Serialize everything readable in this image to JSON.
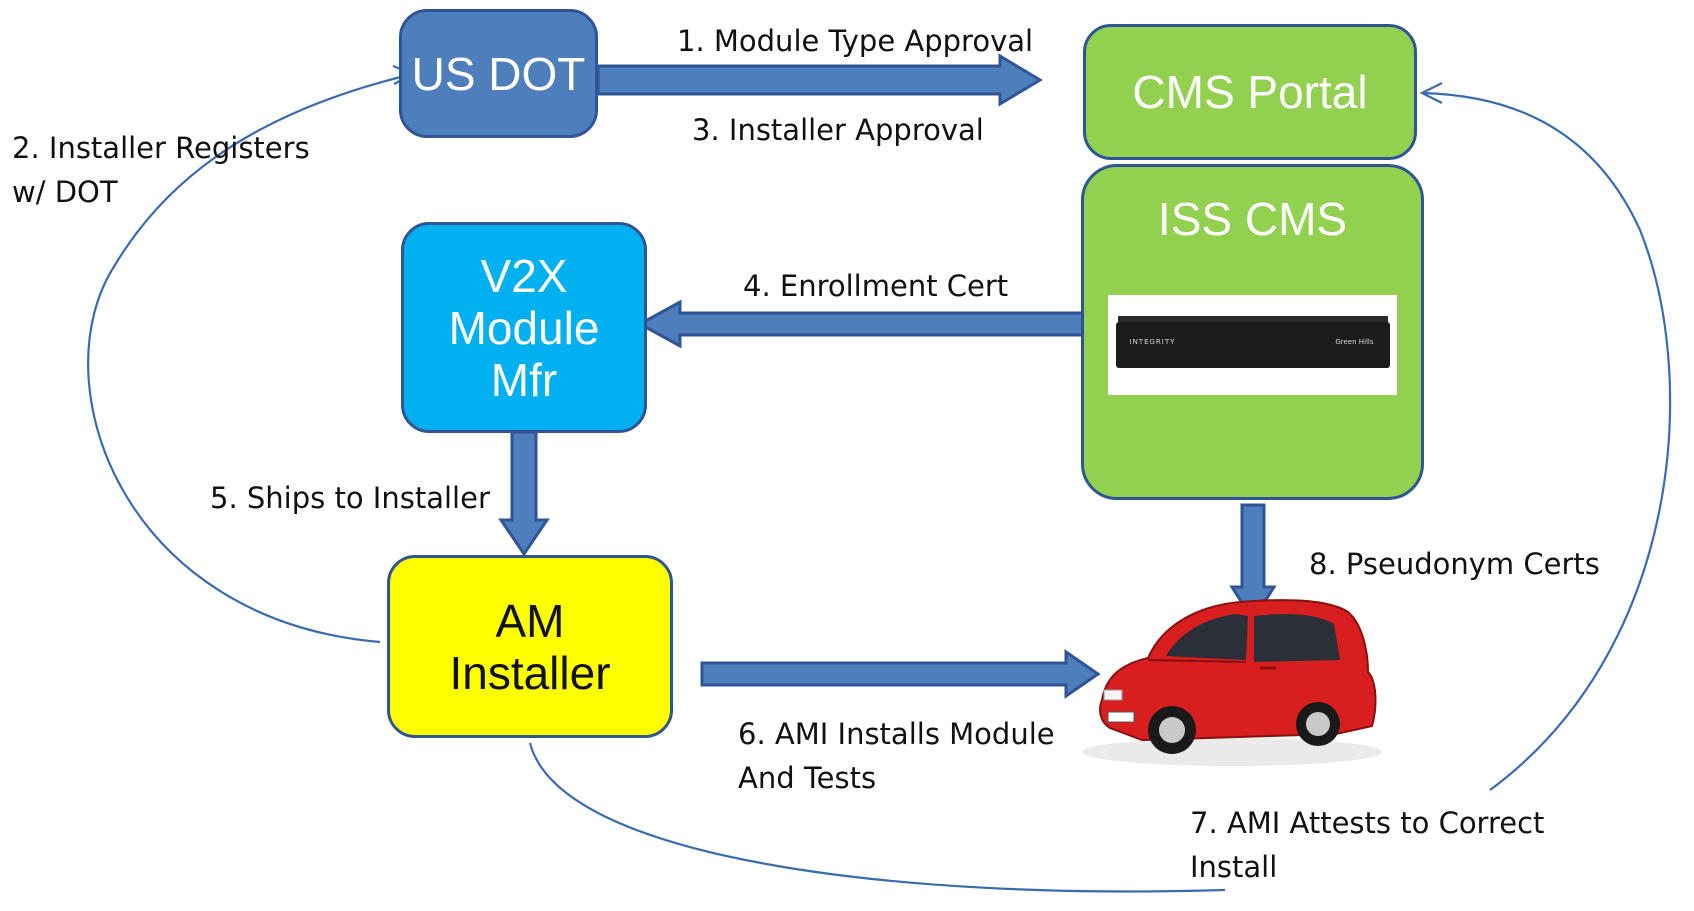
{
  "nodes": {
    "us_dot": {
      "title": "US DOT",
      "fill": "#4F7EBD",
      "border": "#2F5597",
      "text_color": "#FFFFFF"
    },
    "cms_portal": {
      "title": "CMS Portal",
      "fill": "#92D050",
      "border": "#2F5597",
      "text_color": "#FFFFFF"
    },
    "iss_cms": {
      "title": "ISS CMS",
      "fill": "#92D050",
      "border": "#2F5597",
      "text_color": "#FFFFFF",
      "device_brand": "INTEGRITY",
      "device_logo": "Green Hills"
    },
    "v2x_mfr": {
      "title_lines": [
        "V2X",
        "Module",
        "Mfr"
      ],
      "fill": "#00B0F0",
      "border": "#2F5597",
      "text_color": "#FFFFFF"
    },
    "am_installer": {
      "title_lines": [
        "AM",
        "Installer"
      ],
      "fill": "#FFFF00",
      "border": "#2F5597",
      "text_color": "#111111"
    },
    "car": {
      "icon": "red-car-icon",
      "color": "#D81E1E"
    }
  },
  "steps": {
    "s1": "1. Module Type Approval",
    "s2": [
      "2. Installer Registers",
      "w/ DOT"
    ],
    "s3": "3.  Installer Approval",
    "s4": "4. Enrollment Cert",
    "s5": "5. Ships to Installer",
    "s6": [
      "6. AMI Installs Module",
      "And Tests"
    ],
    "s7": [
      "7. AMI Attests to Correct",
      "Install"
    ],
    "s8": "8. Pseudonym Certs"
  },
  "colors": {
    "arrow_fill": "#4F7EBD",
    "arrow_border": "#2F5597",
    "curve": "#3A6BB0"
  }
}
